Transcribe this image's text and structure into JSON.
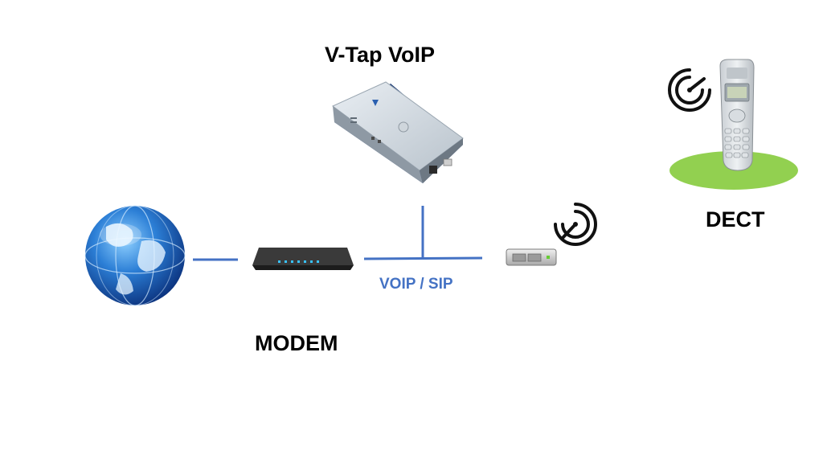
{
  "labels": {
    "vtap": "V-Tap VoIP",
    "modem": "MODEM",
    "dect": "DECT",
    "voip_sip": "VOIP / SIP"
  },
  "colors": {
    "connector": "#4472C4",
    "ground": "#92D050",
    "text": "#000000"
  },
  "icons": [
    "globe-icon",
    "modem-icon",
    "vtap-device-icon",
    "dect-base-icon",
    "signal-icon",
    "dect-phone-icon"
  ]
}
